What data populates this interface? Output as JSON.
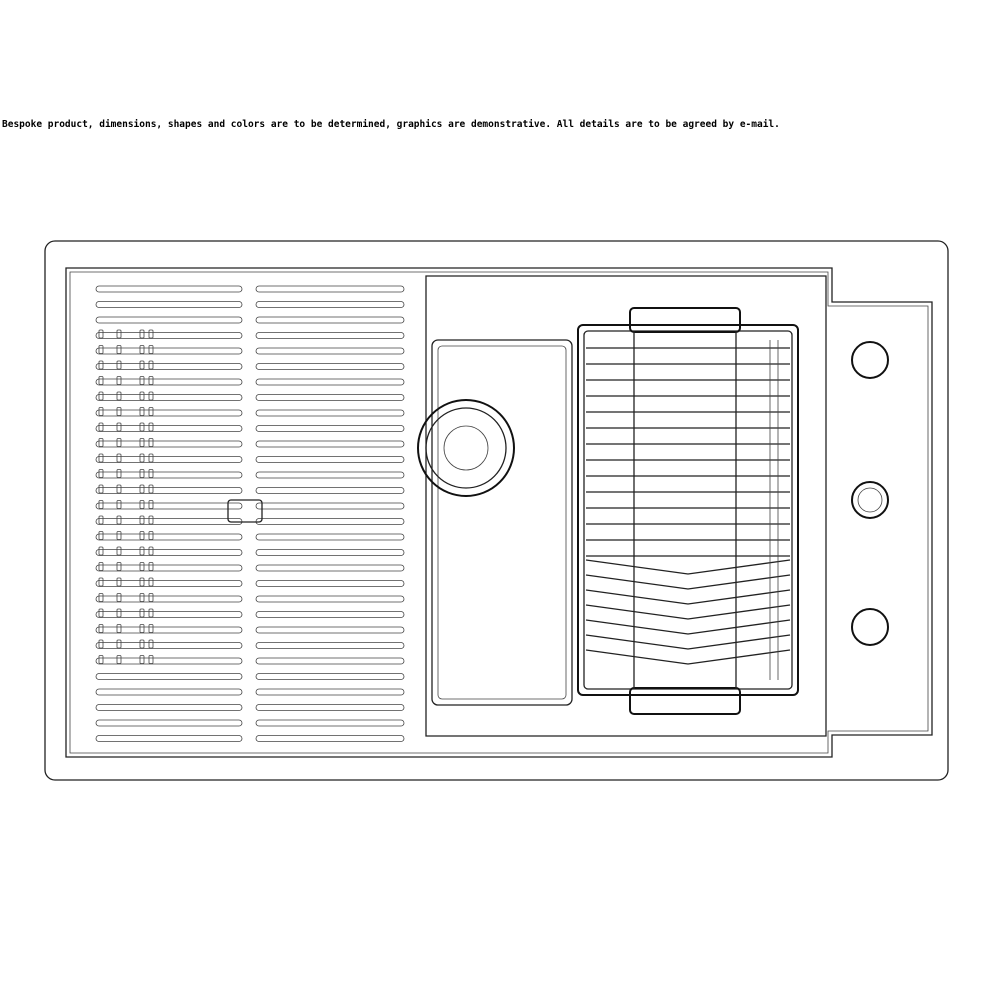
{
  "caption": "Bespoke product, dimensions, shapes and colors are to be determined, graphics are demonstrative. All details are to be agreed by e-mail.",
  "drawing": {
    "subject": "sink-top-view",
    "brand_mark": "",
    "components": [
      "countertop-outline",
      "drainboard-grooves",
      "sink-bowl",
      "drain-strainer",
      "wire-dish-rack",
      "tap-hole-left",
      "tap-hole-center",
      "tap-hole-right"
    ]
  }
}
